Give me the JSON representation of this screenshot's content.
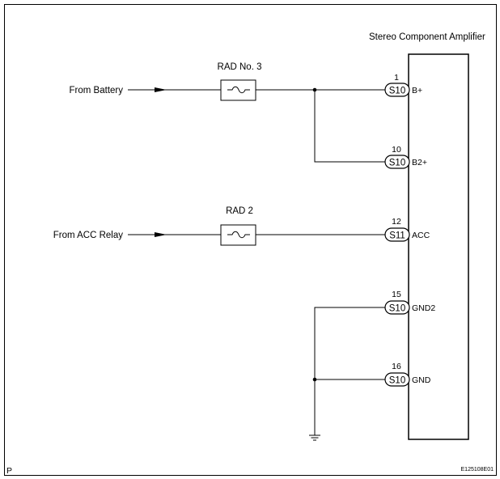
{
  "component": {
    "title": "Stereo Component Amplifier"
  },
  "sources": {
    "battery": "From Battery",
    "acc_relay": "From ACC Relay"
  },
  "fuses": {
    "rad_no3": "RAD No. 3",
    "rad2": "RAD 2"
  },
  "connectors": [
    {
      "pin": "1",
      "code": "S10",
      "terminal": "B+"
    },
    {
      "pin": "10",
      "code": "S10",
      "terminal": "B2+"
    },
    {
      "pin": "12",
      "code": "S11",
      "terminal": "ACC"
    },
    {
      "pin": "15",
      "code": "S10",
      "terminal": "GND2"
    },
    {
      "pin": "16",
      "code": "S10",
      "terminal": "GND"
    }
  ],
  "corner_mark": "P",
  "figure_id": "E125108E01"
}
